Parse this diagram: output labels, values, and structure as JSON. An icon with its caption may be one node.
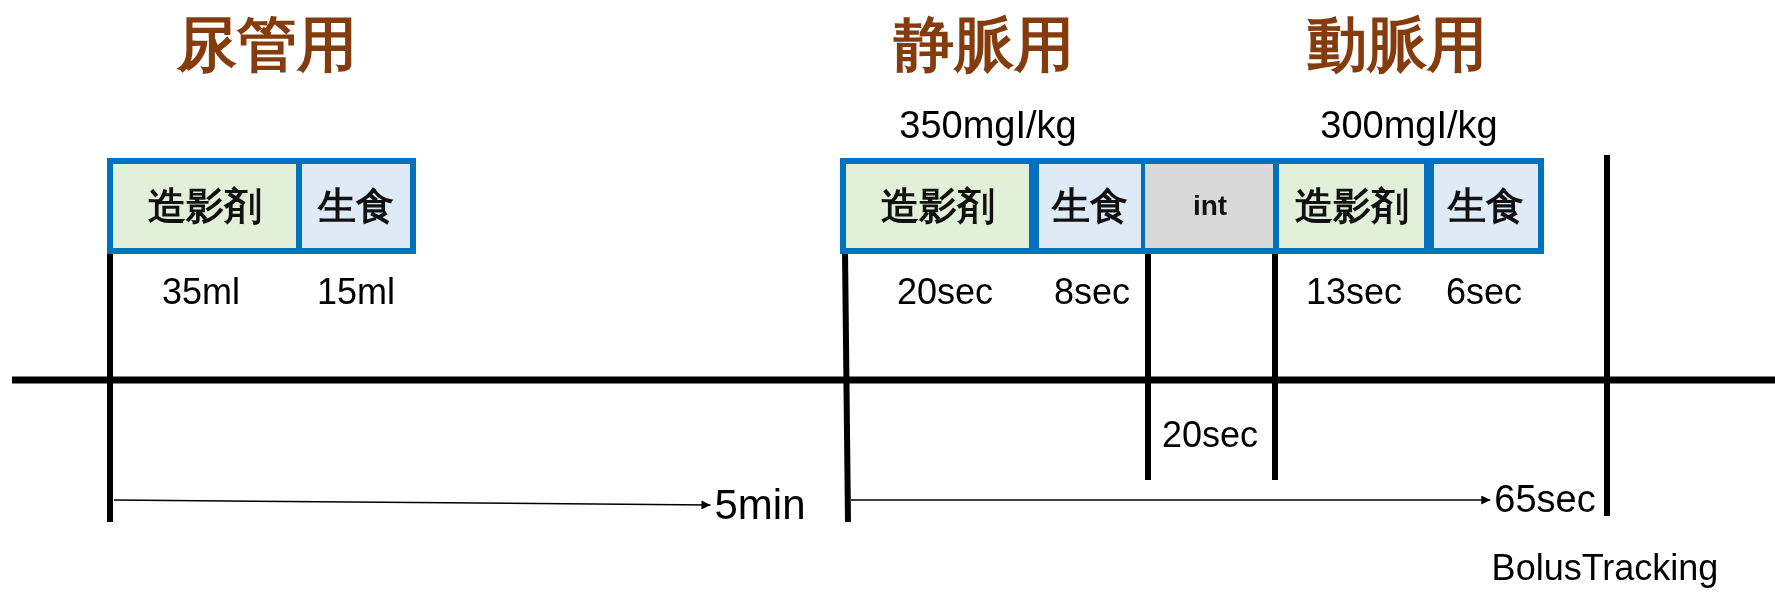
{
  "diagram": {
    "nodes": [
      {
        "text": [
          "造影剤"
        ],
        "beside": [
          "35ml"
        ]
      },
      {
        "text": [
          "生食"
        ],
        "beside": [
          "15ml"
        ]
      },
      {
        "text": [
          "造影剤"
        ],
        "beside": [
          "20sec"
        ]
      },
      {
        "text": [
          "生食"
        ],
        "beside": [
          "8sec"
        ]
      },
      {
        "text": [
          "int"
        ]
      },
      {
        "text": [
          "造影剤"
        ],
        "beside": [
          "13sec"
        ]
      },
      {
        "text": [
          "生食"
        ],
        "beside": [
          "6sec"
        ]
      },
      {
        "text": [
          "5min"
        ]
      },
      {
        "text": [
          "65sec"
        ]
      }
    ],
    "edges": [
      {
        "from": null,
        "to": 7,
        "arrow": "to"
      },
      {
        "from": null,
        "to": 8,
        "arrow": "to"
      }
    ],
    "labels": [
      "尿管用",
      "静脈用",
      "動脈用",
      "350mgI/kg",
      "300mgI/kg",
      "20sec",
      "BolusTracking"
    ]
  }
}
